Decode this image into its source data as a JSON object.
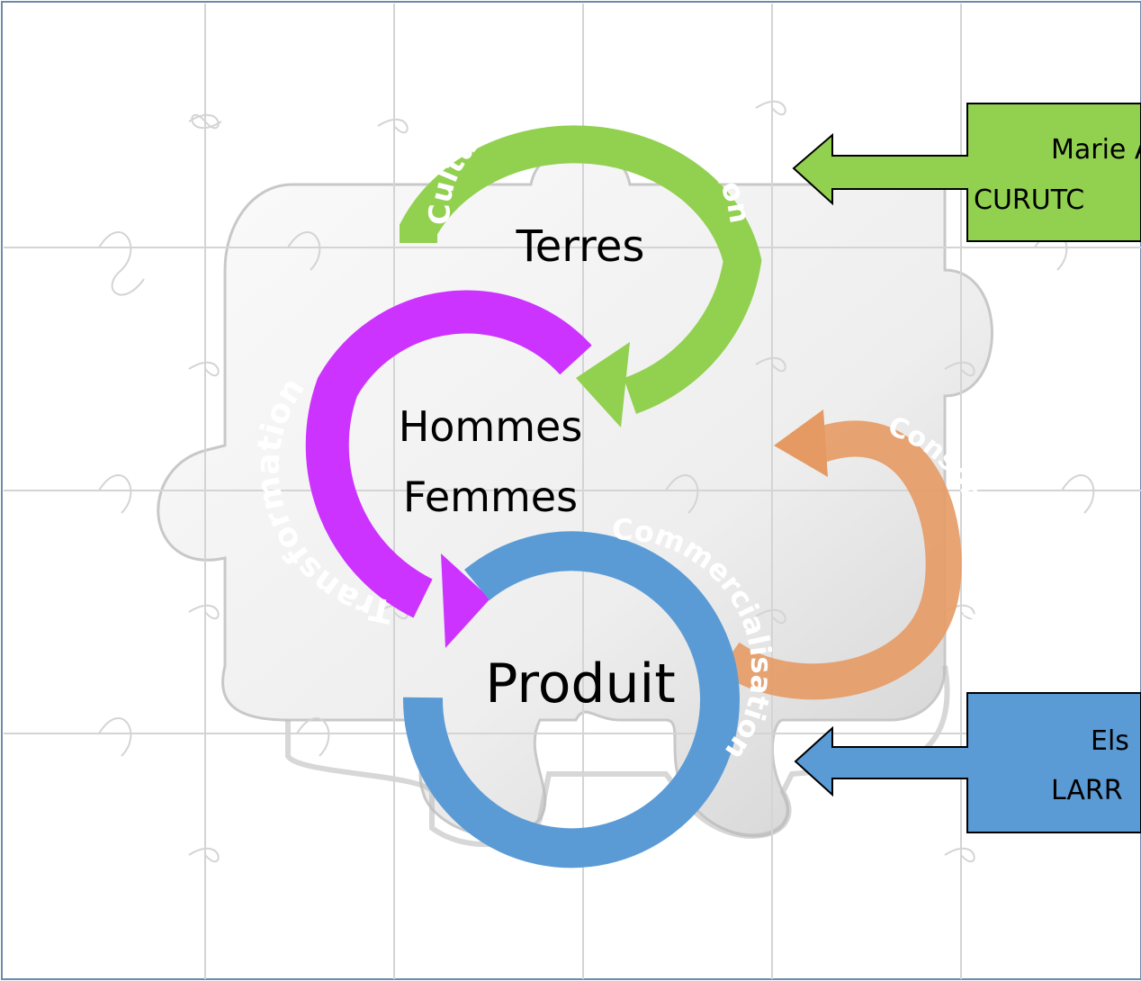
{
  "colors": {
    "frame": "#6e8aa8",
    "puzzle_line": "#d4d4d4",
    "green": "#92d050",
    "purple": "#cc33ff",
    "blue": "#5b9bd5",
    "orange": "#e59a63"
  },
  "labels": {
    "terres": "Terres",
    "hommes": "Hommes",
    "femmes": "Femmes",
    "produit": "Produit"
  },
  "arcs": {
    "culture": "Culture",
    "production": "Production",
    "transformation": "Transformation",
    "commercialisation": "Commercialisation",
    "consommation": "Consommation"
  },
  "callouts": {
    "green_line1": "Marie A",
    "green_line2": "CURUTC",
    "blue_line1": "Els",
    "blue_line2": "LARR"
  }
}
